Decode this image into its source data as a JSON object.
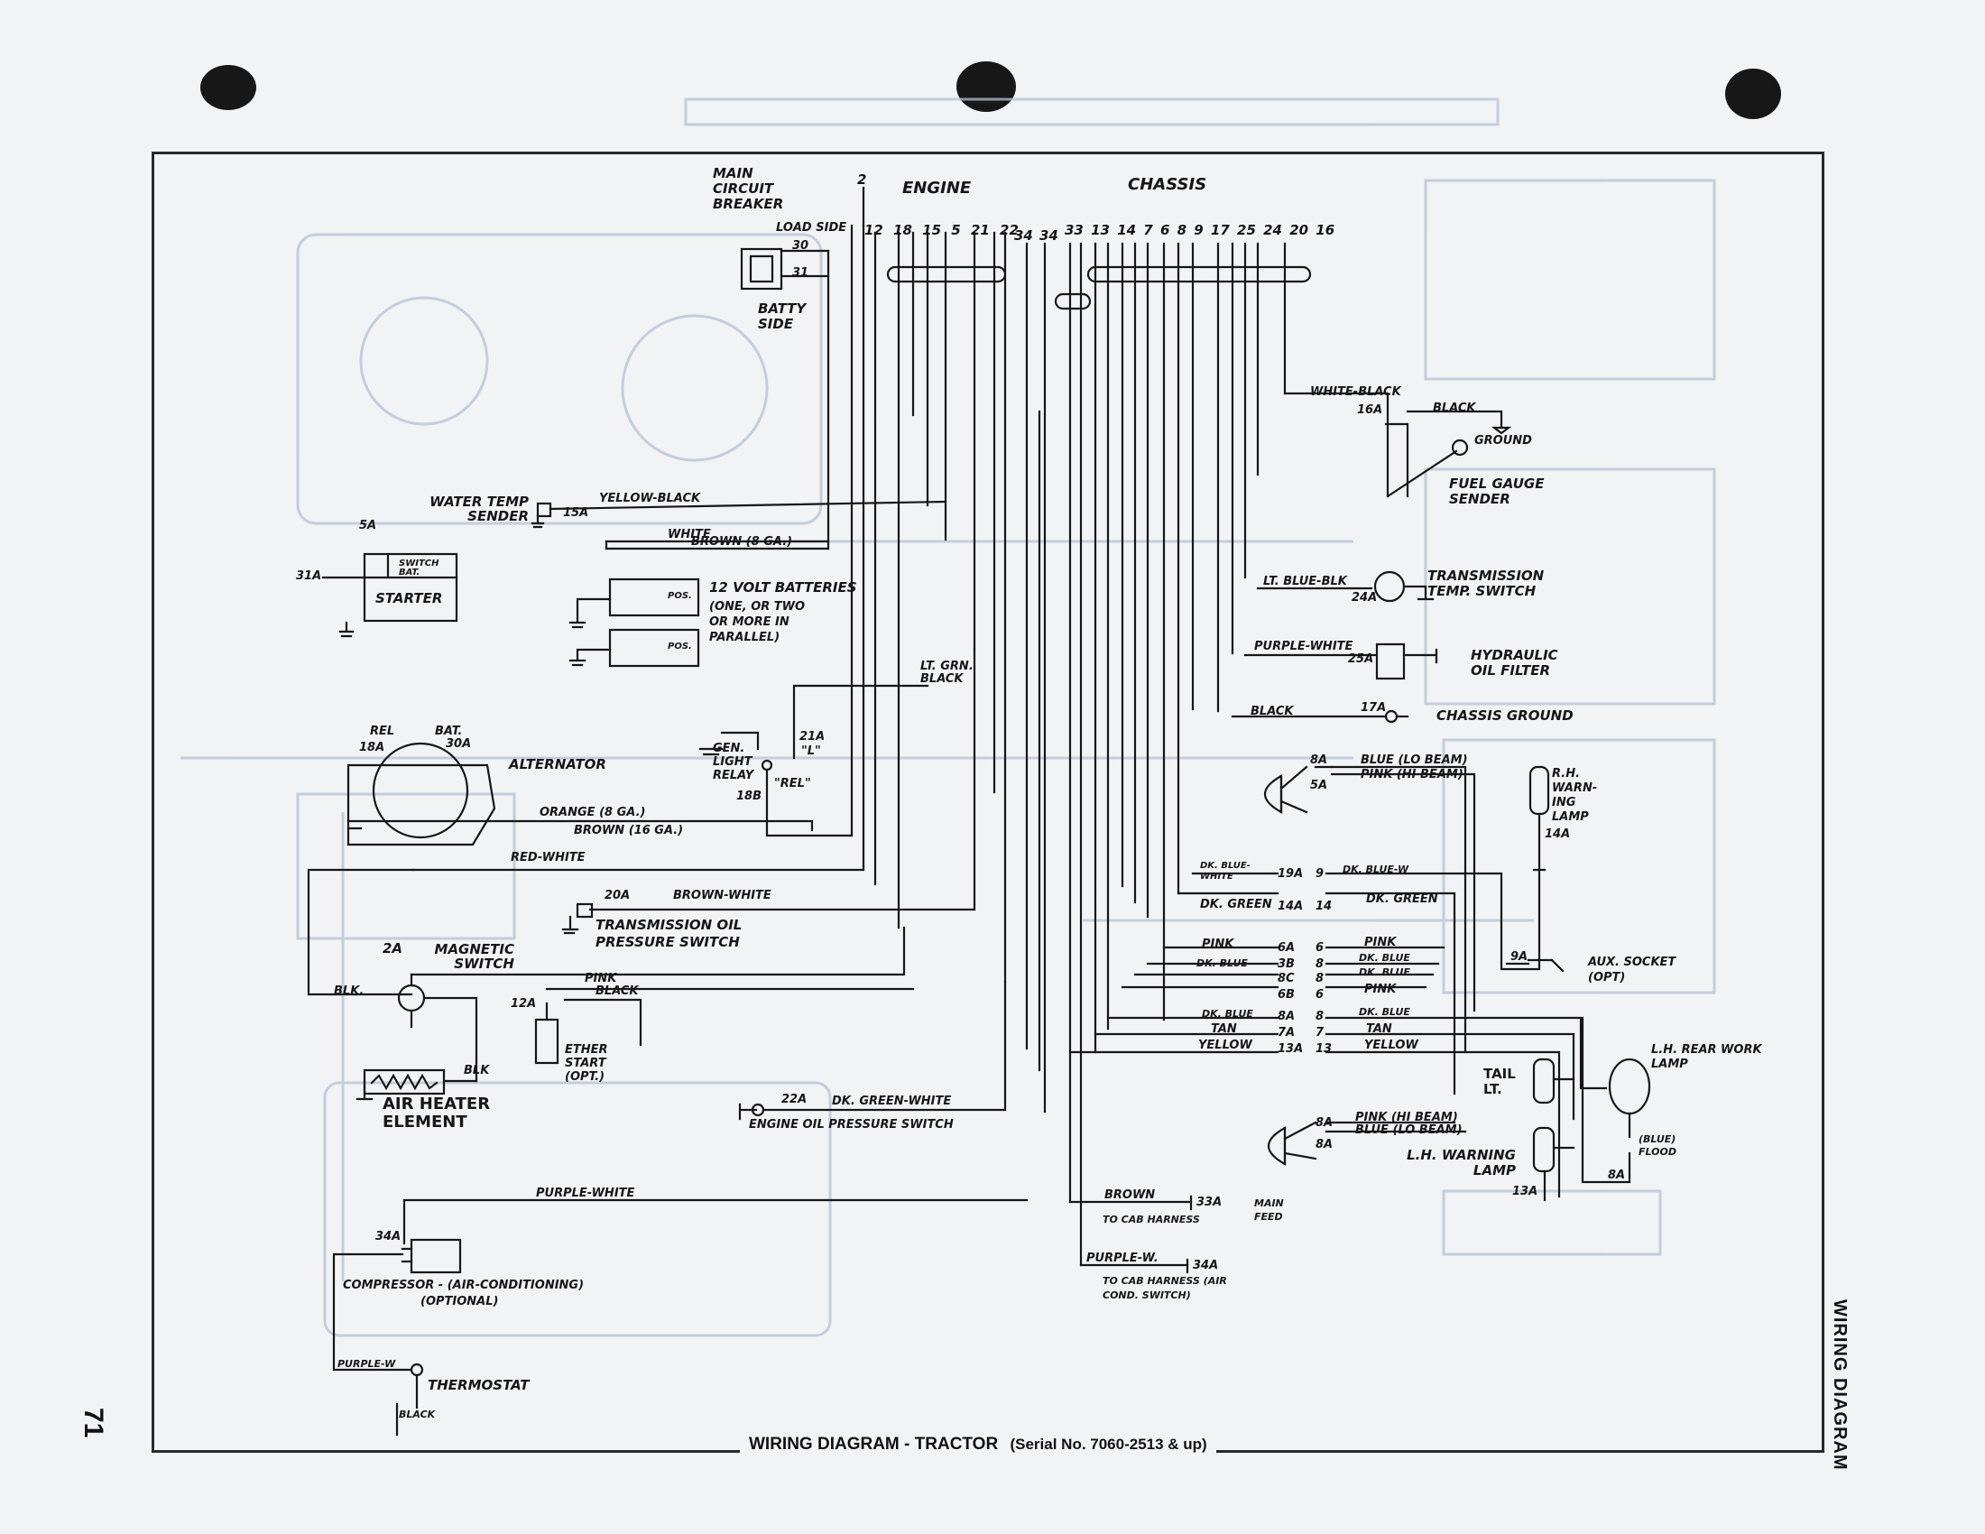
{
  "page": {
    "caption_title": "WIRING DIAGRAM - TRACTOR",
    "caption_serial": "(Serial No. 7060-2513 & up)",
    "side_title": "WIRING DIAGRAM",
    "page_number": "71"
  },
  "sections": {
    "main_circuit_breaker": "MAIN CIRCUIT BREAKER",
    "engine": "ENGINE",
    "chassis": "CHASSIS",
    "load_side": "LOAD SIDE",
    "batty_side": "BATTY SIDE"
  },
  "terminals": {
    "t2": "2",
    "t30": "30",
    "t31": "31",
    "engine": "12 18 15 5 21 22",
    "t34a": "34",
    "t34b": "34",
    "chassis": "33 13 14 7 6 8 9 17 25 24 20 16"
  },
  "components": {
    "water_temp_sender": "WATER TEMP SENDER",
    "starter": "STARTER",
    "switch_bat": "SWITCH BAT.",
    "batteries_title": "12 VOLT BATTERIES",
    "batteries_note": "(ONE, OR TWO OR MORE IN PARALLEL)",
    "pos": "POS.",
    "alternator": "ALTERNATOR",
    "rel": "REL",
    "bat": "BAT.",
    "gen_light_relay": "GEN. LIGHT RELAY",
    "rel_quote": "\"REL\"",
    "l_quote": "\"L\"",
    "transmission_oil_pressure_switch": "TRANSMISSION OIL PRESSURE SWITCH",
    "magnetic_switch": "MAGNETIC SWITCH",
    "ether_start": "ETHER START (OPT.)",
    "air_heater_element": "AIR HEATER ELEMENT",
    "engine_oil_pressure_switch": "ENGINE OIL PRESSURE SWITCH",
    "compressor": "COMPRESSOR - (AIR-CONDITIONING)",
    "optional": "(OPTIONAL)",
    "thermostat": "THERMOSTAT",
    "ground": "GROUND",
    "fuel_gauge_sender": "FUEL GAUGE SENDER",
    "transmission_temp_switch": "TRANSMISSION TEMP. SWITCH",
    "hydraulic_oil_filter": "HYDRAULIC OIL FILTER",
    "chassis_ground": "CHASSIS GROUND",
    "rh_warning_lamp": "R.H. WARN- ING LAMP",
    "aux_socket": "AUX. SOCKET (OPT)",
    "lh_rear_work_lamp": "L.H. REAR WORK LAMP",
    "tail_lt": "TAIL LT.",
    "lh_warning_lamp": "L.H. WARNING LAMP",
    "blue_flood": "(BLUE) FLOOD",
    "to_cab_harness": "TO CAB HARNESS",
    "main_feed": "MAIN FEED",
    "to_cab_harness_ac": "TO CAB HARNESS (AIR COND. SWITCH)"
  },
  "wires": {
    "yellow_black": "YELLOW-BLACK",
    "white": "WHITE",
    "brown_8ga": "BROWN (8 GA.)",
    "lt_grn_black": "LT. GRN. BLACK",
    "orange_8ga": "ORANGE (8 GA.)",
    "brown_16ga": "BROWN (16 GA.)",
    "red_white": "RED-WHITE",
    "brown_white": "BROWN-WHITE",
    "pink": "PINK",
    "black": "BLACK",
    "blk": "BLK.",
    "blk2": "BLK",
    "dk_green_white": "DK. GREEN-WHITE",
    "purple_white": "PURPLE-WHITE",
    "purple_w": "PURPLE-W.",
    "purple_w2": "PURPLE-W",
    "white_black": "WHITE-BLACK",
    "lt_blue_blk": "LT. BLUE-BLK",
    "blue_lo_beam": "BLUE (LO BEAM)",
    "pink_hi_beam": "PINK (HI BEAM)",
    "dk_blue_white": "DK. BLUE-WHITE",
    "dk_blue_w": "DK. BLUE-W",
    "dk_green": "DK. GREEN",
    "dk_blue": "DK. BLUE",
    "tan": "TAN",
    "yellow": "YELLOW",
    "brown": "BROWN"
  },
  "wire_numbers": {
    "w5a": "5A",
    "w31a": "31A",
    "w15a": "15A",
    "w18a": "18A",
    "w30a": "30A",
    "w21a": "21A",
    "w18b": "18B",
    "w20a": "20A",
    "w2a": "2A",
    "w12a": "12A",
    "w22a": "22A",
    "w34a": "34A",
    "w16a": "16A",
    "w24a": "24A",
    "w25a": "25A",
    "w17a": "17A",
    "w8a": "8A",
    "w5a2": "5A",
    "w14a": "14A",
    "w19a": "19A",
    "w9": "9",
    "w14": "14",
    "w6a": "6A",
    "w3b": "3B",
    "w8c": "8C",
    "w6b": "6B",
    "w6": "6",
    "w8": "8",
    "w8_2": "8",
    "w6_2": "6",
    "w8a2": "8A",
    "w7a": "7A",
    "w13a": "13A",
    "w8_3": "8",
    "w7": "7",
    "w13": "13",
    "w9a": "9A",
    "w8a3": "8A",
    "w13a2": "13A",
    "w8a4": "8A",
    "w33a": "33A",
    "w34a2": "34A",
    "w8a5": "8A"
  },
  "colors": {
    "ink": "#161616",
    "ghost": "#aeb9cc",
    "paper": "#f1f3f5"
  }
}
